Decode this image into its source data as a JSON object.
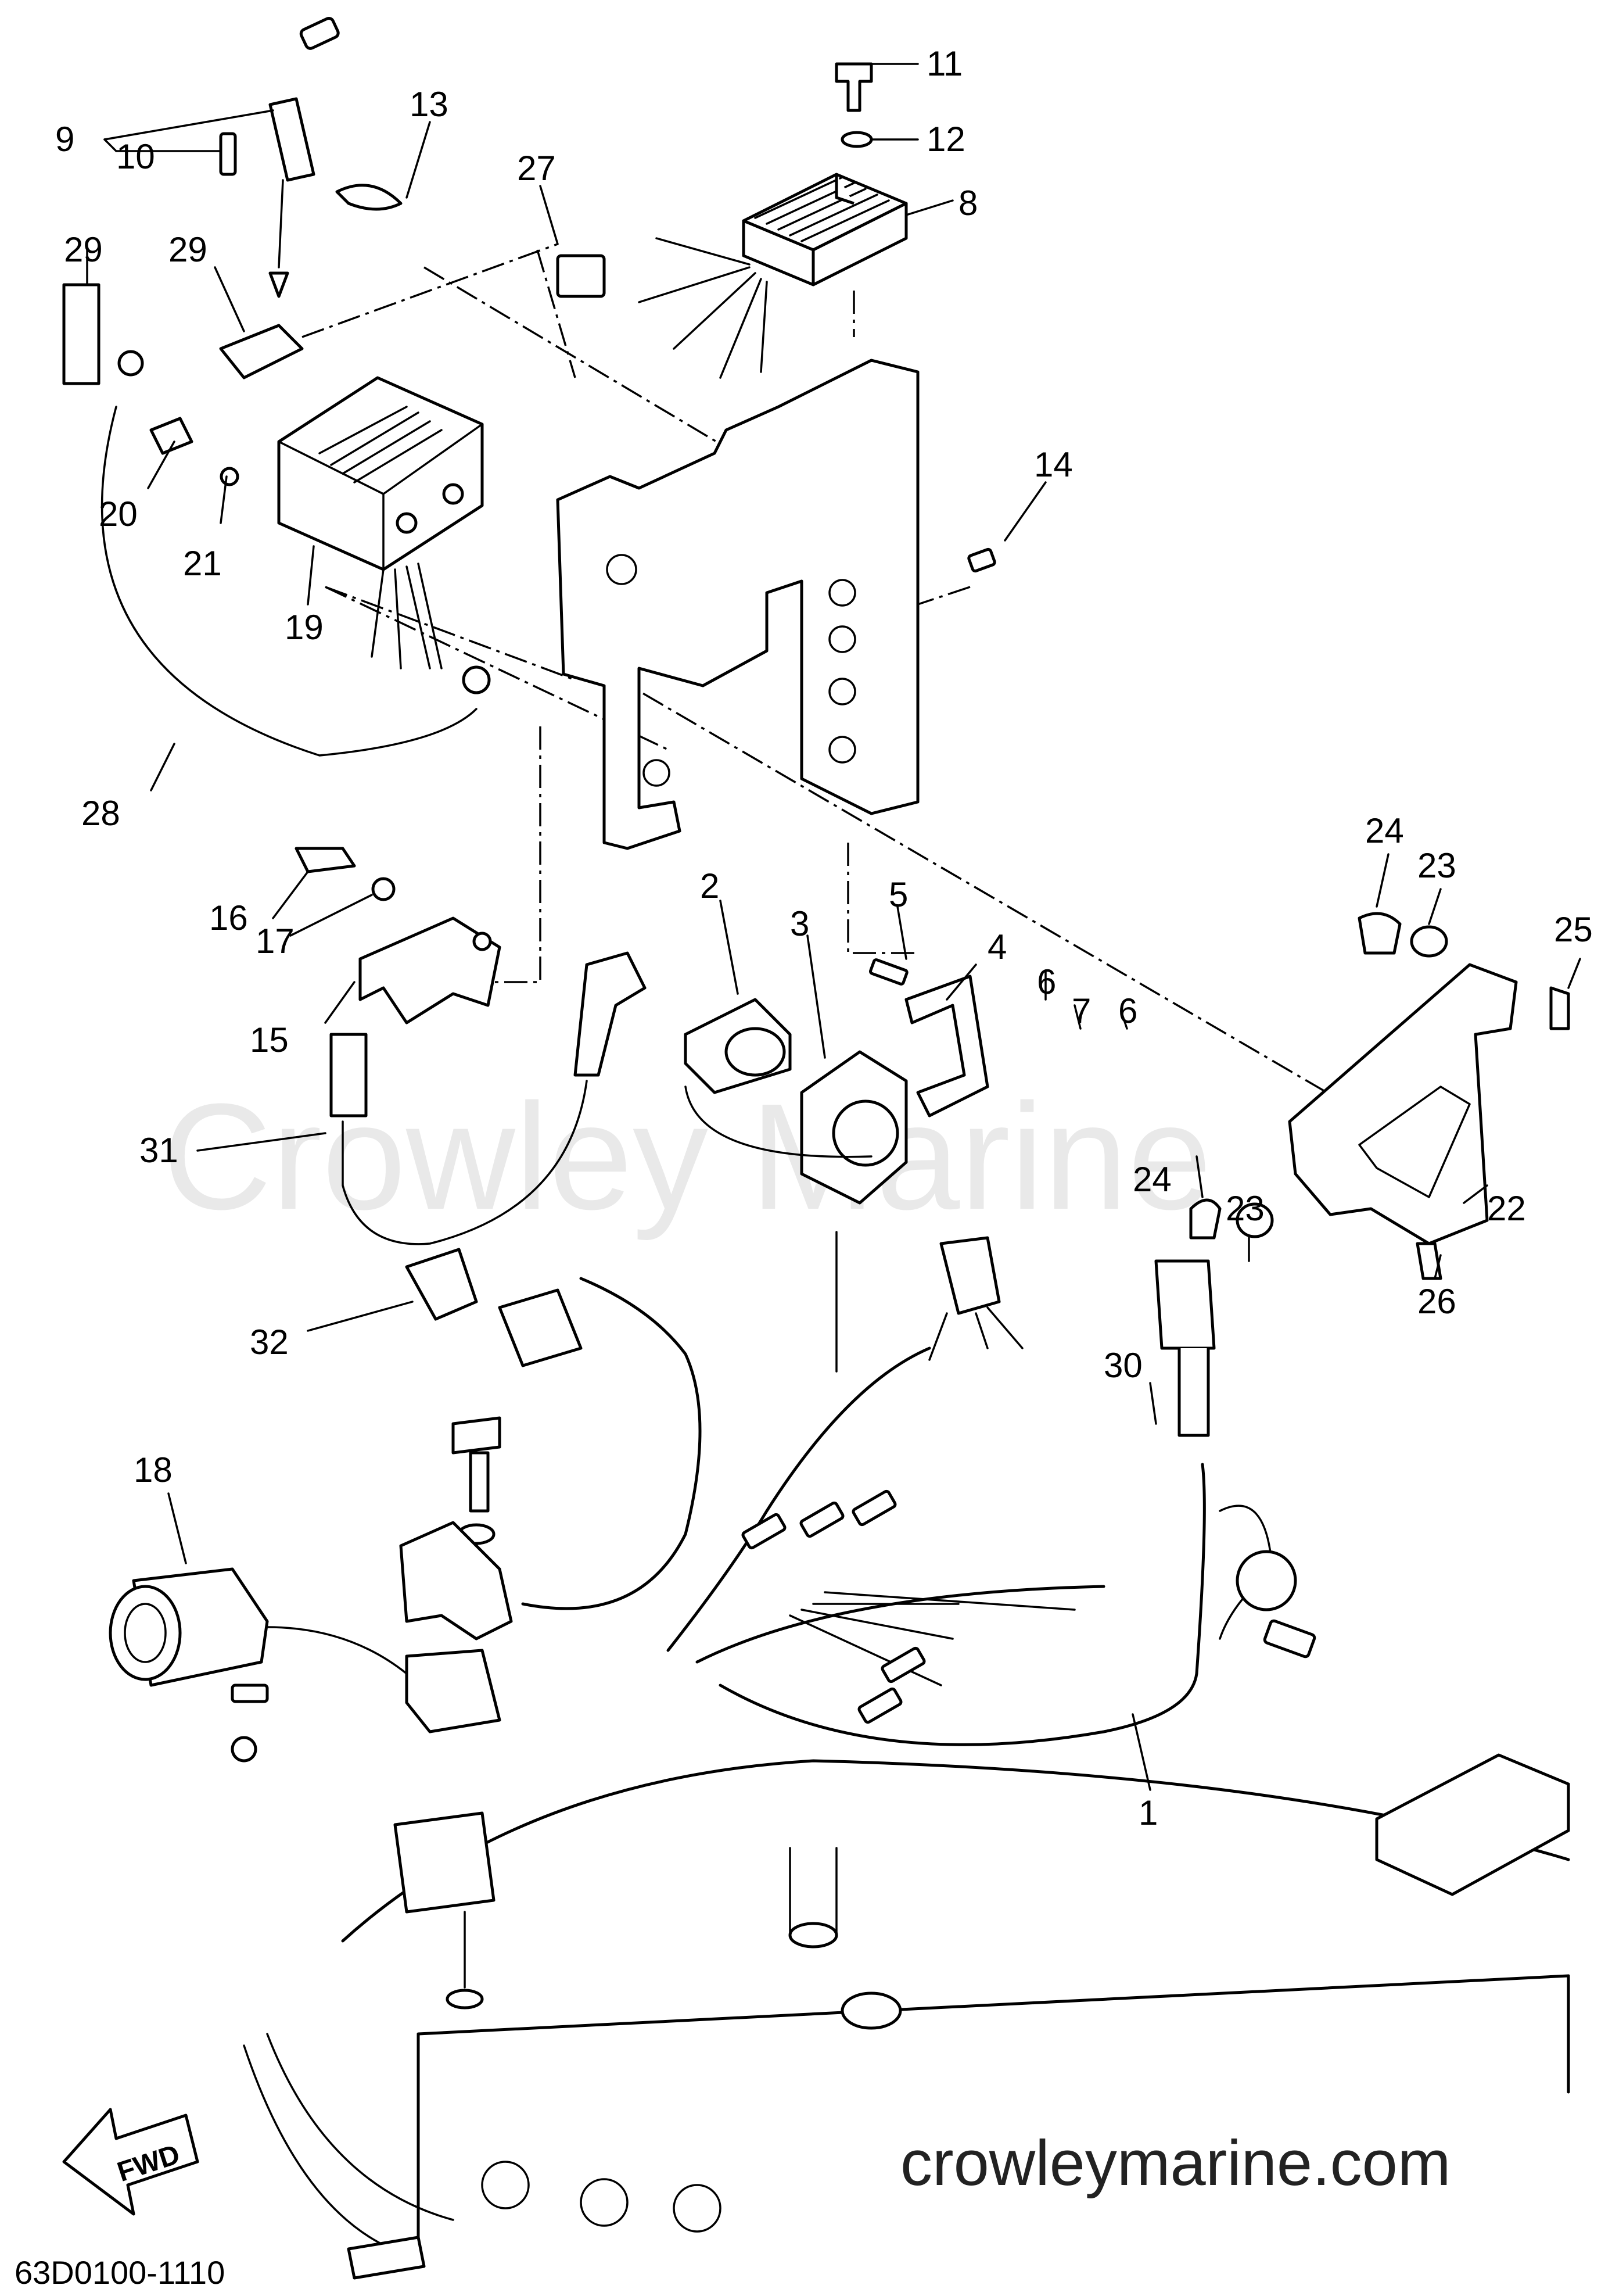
{
  "diagram": {
    "watermark": "Crowley Marine",
    "website": "crowleymarine.com",
    "diagram_code": "63D0100-1110",
    "direction_arrow_label": "FWD",
    "callouts": [
      "1",
      "2",
      "3",
      "4",
      "5",
      "6",
      "6",
      "7",
      "8",
      "9",
      "10",
      "11",
      "12",
      "13",
      "14",
      "15",
      "16",
      "17",
      "18",
      "19",
      "20",
      "21",
      "22",
      "23",
      "23",
      "24",
      "24",
      "25",
      "26",
      "27",
      "28",
      "29",
      "29",
      "30",
      "31",
      "32"
    ]
  }
}
